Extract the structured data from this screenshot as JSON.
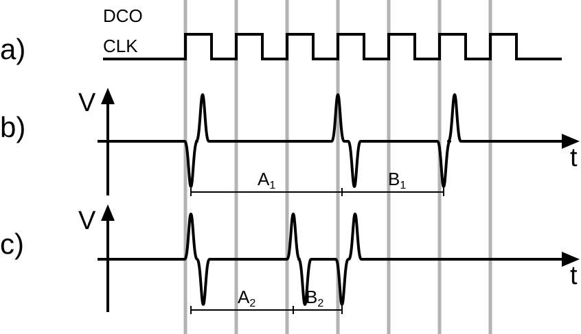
{
  "panels": {
    "a": {
      "label": "a)",
      "signal_line1": "DCO",
      "signal_line2": "CLK"
    },
    "b": {
      "label": "b)",
      "y_axis": "V",
      "x_axis": "t",
      "interval1": {
        "base": "A",
        "sub": "1"
      },
      "interval2": {
        "base": "B",
        "sub": "1"
      }
    },
    "c": {
      "label": "c)",
      "y_axis": "V",
      "x_axis": "t",
      "interval1": {
        "base": "A",
        "sub": "2"
      },
      "interval2": {
        "base": "B",
        "sub": "2"
      }
    }
  },
  "colors": {
    "signal": "#000000",
    "gridline": "#b3b3b3"
  }
}
